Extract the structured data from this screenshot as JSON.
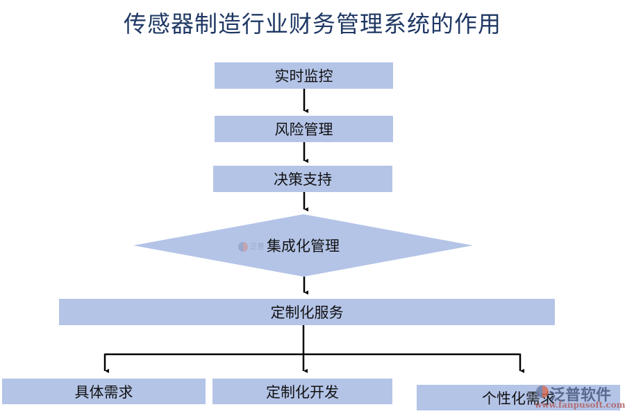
{
  "title": "传感器制造行业财务管理系统的作用",
  "nodes": {
    "n1": "实时监控",
    "n2": "风险管理",
    "n3": "决策支持",
    "n4": "集成化管理",
    "n5": "定制化服务",
    "n6": "具体需求",
    "n7": "定制化开发",
    "n8": "个性化需求"
  },
  "colors": {
    "box": "#b4c4e7",
    "title": "#1f3864",
    "arrow": "#000000"
  },
  "logo": {
    "name": "泛普软件",
    "url": "www.fanpusoft.com"
  }
}
